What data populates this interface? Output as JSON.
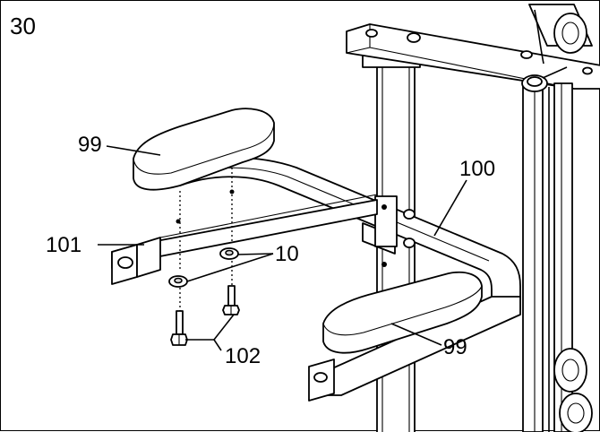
{
  "step": {
    "number": "30"
  },
  "callouts": {
    "pad_top": "99",
    "pad_bottom": "99",
    "bar_right": "100",
    "bar_left": "101",
    "washer": "10",
    "bolt": "102"
  }
}
